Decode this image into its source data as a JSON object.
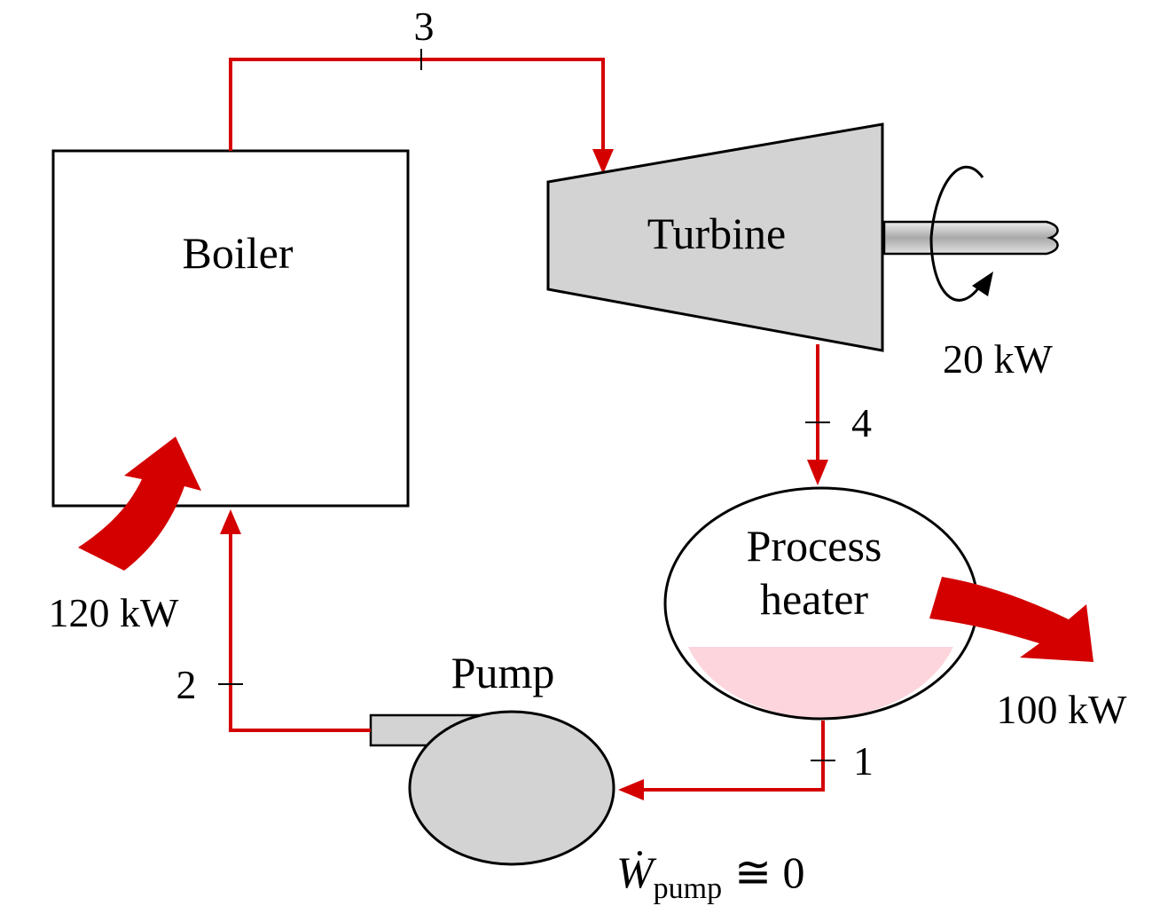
{
  "diagram": {
    "components": {
      "boiler": "Boiler",
      "turbine": "Turbine",
      "process_heater_line1": "Process",
      "process_heater_line2": "heater",
      "pump": "Pump"
    },
    "state_points": {
      "p1": "1",
      "p2": "2",
      "p3": "3",
      "p4": "4"
    },
    "energy_flows": {
      "heat_in": "120 kW",
      "turbine_work": "20 kW",
      "heat_out": "100 kW",
      "pump_work_symbol": "Ẇ",
      "pump_work_subscript": "pump",
      "pump_work_value": "≅ 0"
    },
    "colors": {
      "pipe": "#d40000",
      "energy_arrow": "#d40000",
      "equipment_fill": "#d3d3d3",
      "liquid": "#fdd5dc"
    }
  }
}
